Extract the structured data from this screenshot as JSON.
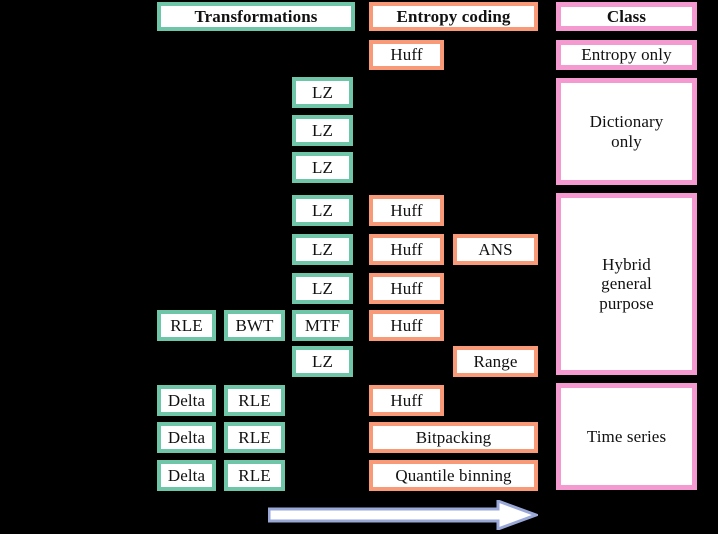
{
  "diagram": {
    "title_row": {
      "transformations": "Transformations",
      "entropy_coding": "Entropy coding",
      "class": "Class"
    },
    "classes": [
      {
        "label": "Entropy only"
      },
      {
        "label": "Dictionary\nonly"
      },
      {
        "label": "Hybrid\ngeneral\npurpose"
      },
      {
        "label": "Time series"
      }
    ],
    "rows": [
      {
        "t1": "",
        "t2": "",
        "t3": "",
        "e1": "Huff",
        "e2": ""
      },
      {
        "t1": "",
        "t2": "",
        "t3": "LZ",
        "e1": "",
        "e2": ""
      },
      {
        "t1": "",
        "t2": "",
        "t3": "LZ",
        "e1": "",
        "e2": ""
      },
      {
        "t1": "",
        "t2": "",
        "t3": "LZ",
        "e1": "",
        "e2": ""
      },
      {
        "t1": "",
        "t2": "",
        "t3": "LZ",
        "e1": "Huff",
        "e2": ""
      },
      {
        "t1": "",
        "t2": "",
        "t3": "LZ",
        "e1": "Huff",
        "e2": "ANS"
      },
      {
        "t1": "",
        "t2": "",
        "t3": "LZ",
        "e1": "Huff",
        "e2": ""
      },
      {
        "t1": "RLE",
        "t2": "BWT",
        "t3": "MTF",
        "e1": "Huff",
        "e2": ""
      },
      {
        "t1": "",
        "t2": "",
        "t3": "LZ",
        "e1": "",
        "e2": "Range"
      },
      {
        "t1": "Delta",
        "t2": "RLE",
        "t3": "",
        "e1": "Huff",
        "e2": ""
      },
      {
        "t1": "Delta",
        "t2": "RLE",
        "t3": "",
        "e1": "Bitpacking",
        "e2": "",
        "e1_wide": true
      },
      {
        "t1": "Delta",
        "t2": "RLE",
        "t3": "",
        "e1": "Quantile binning",
        "e2": "",
        "e1_wide": true
      }
    ],
    "arrow": {
      "name": "rightward-progression-arrow"
    },
    "colors": {
      "background": "#000000",
      "transformation_border": "#6ec5a8",
      "entropy_border": "#f89a77",
      "class_border": "#f49ad0",
      "box_fill": "#ffffff",
      "text": "#111111",
      "arrow_fill": "#ffffff",
      "arrow_border": "#9aa8d8"
    }
  }
}
